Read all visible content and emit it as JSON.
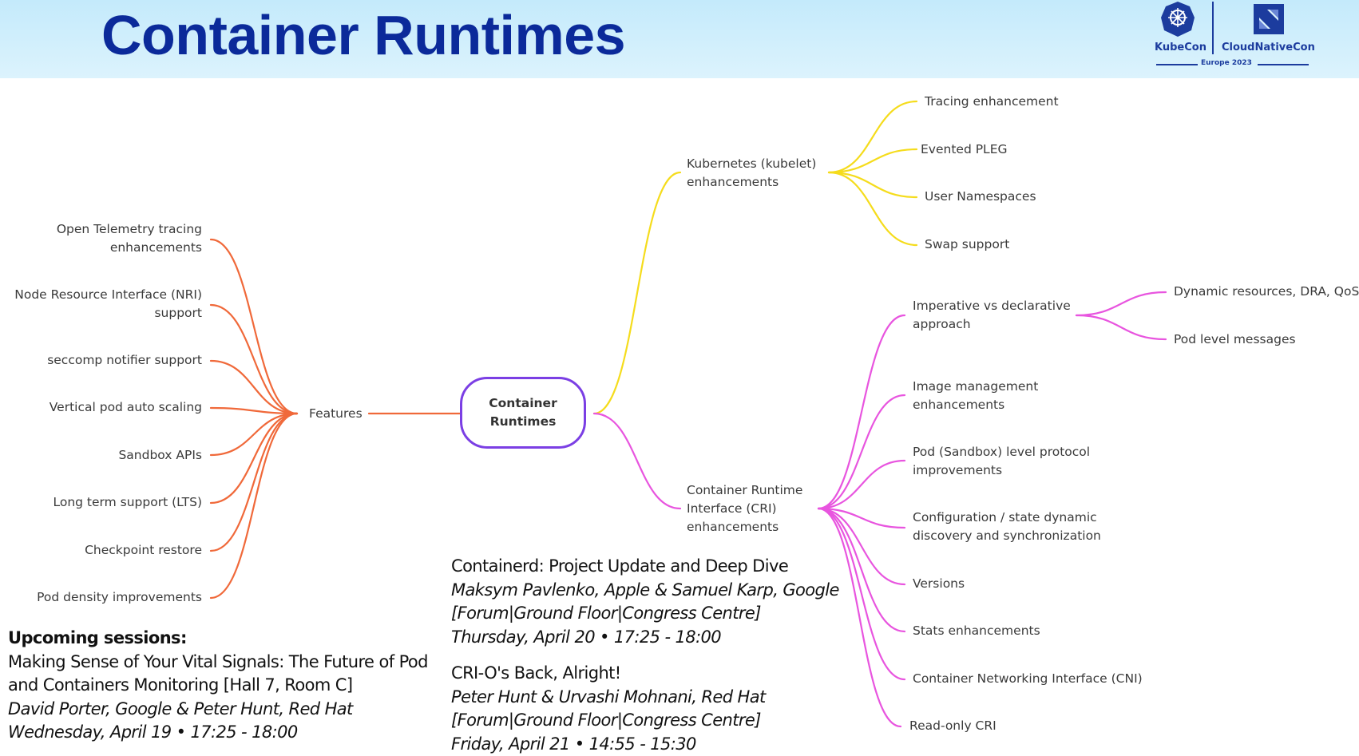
{
  "header": {
    "title": "Container Runtimes",
    "logo": {
      "kubecon_label": "KubeCon",
      "cloudnativecon_label": "CloudNativeCon",
      "edition": "Europe 2023",
      "icons": [
        "kubernetes-helm-icon",
        "cncf-icon"
      ]
    }
  },
  "colors": {
    "title": "#0b2a9a",
    "features_branch": "#f0693a",
    "kubelet_branch": "#f5dc1c",
    "cri_branch": "#e855df",
    "center_border": "#7b3fe4"
  },
  "mindmap": {
    "center": {
      "line1": "Container",
      "line2": "Runtimes"
    },
    "features": {
      "label": "Features",
      "children": [
        {
          "line1": "Open Telemetry tracing",
          "line2": "enhancements"
        },
        {
          "line1": "Node Resource Interface (NRI)",
          "line2": "support"
        },
        {
          "line1": "seccomp notifier support"
        },
        {
          "line1": "Vertical pod auto scaling"
        },
        {
          "line1": "Sandbox APIs"
        },
        {
          "line1": "Long term support (LTS)"
        },
        {
          "line1": "Checkpoint restore"
        },
        {
          "line1": "Pod density improvements"
        }
      ]
    },
    "kubelet": {
      "line1": "Kubernetes (kubelet)",
      "line2": "enhancements",
      "children": [
        {
          "line1": "Tracing enhancement"
        },
        {
          "line1": "Evented PLEG"
        },
        {
          "line1": "User Namespaces"
        },
        {
          "line1": "Swap support"
        }
      ]
    },
    "cri": {
      "line1": "Container Runtime",
      "line2": "Interface (CRI)",
      "line3": "enhancements",
      "children": [
        {
          "line1": "Imperative vs declarative",
          "line2": "approach",
          "children": [
            {
              "line1": "Dynamic resources, DRA, QoS"
            },
            {
              "line1": "Pod level messages"
            }
          ]
        },
        {
          "line1": "Image management",
          "line2": "enhancements"
        },
        {
          "line1": "Pod (Sandbox) level protocol",
          "line2": "improvements"
        },
        {
          "line1": "Configuration / state dynamic",
          "line2": "discovery and synchronization"
        },
        {
          "line1": "Versions"
        },
        {
          "line1": "Stats enhancements"
        },
        {
          "line1": "Container Networking Interface (CNI)"
        },
        {
          "line1": "Read-only CRI"
        }
      ]
    }
  },
  "sessions": {
    "heading": "Upcoming sessions:",
    "items": [
      {
        "title_line1": "Making Sense of Your Vital Signals: The Future of Pod",
        "title_line2": "and Containers Monitoring [Hall 7, Room C]",
        "speakers": "David Porter, Google & Peter Hunt, Red Hat",
        "when": "Wednesday, April 19 • 17:25 - 18:00"
      },
      {
        "title_line1": "Containerd: Project Update and Deep Dive",
        "speakers": "Maksym Pavlenko, Apple & Samuel Karp, Google",
        "location": "[Forum|Ground Floor|Congress Centre]",
        "when": "Thursday, April 20 • 17:25 - 18:00"
      },
      {
        "title_line1": "CRI-O's Back, Alright!",
        "speakers": "Peter Hunt & Urvashi Mohnani, Red Hat",
        "location": "[Forum|Ground Floor|Congress Centre]",
        "when": "Friday, April 21 • 14:55 - 15:30"
      }
    ]
  }
}
